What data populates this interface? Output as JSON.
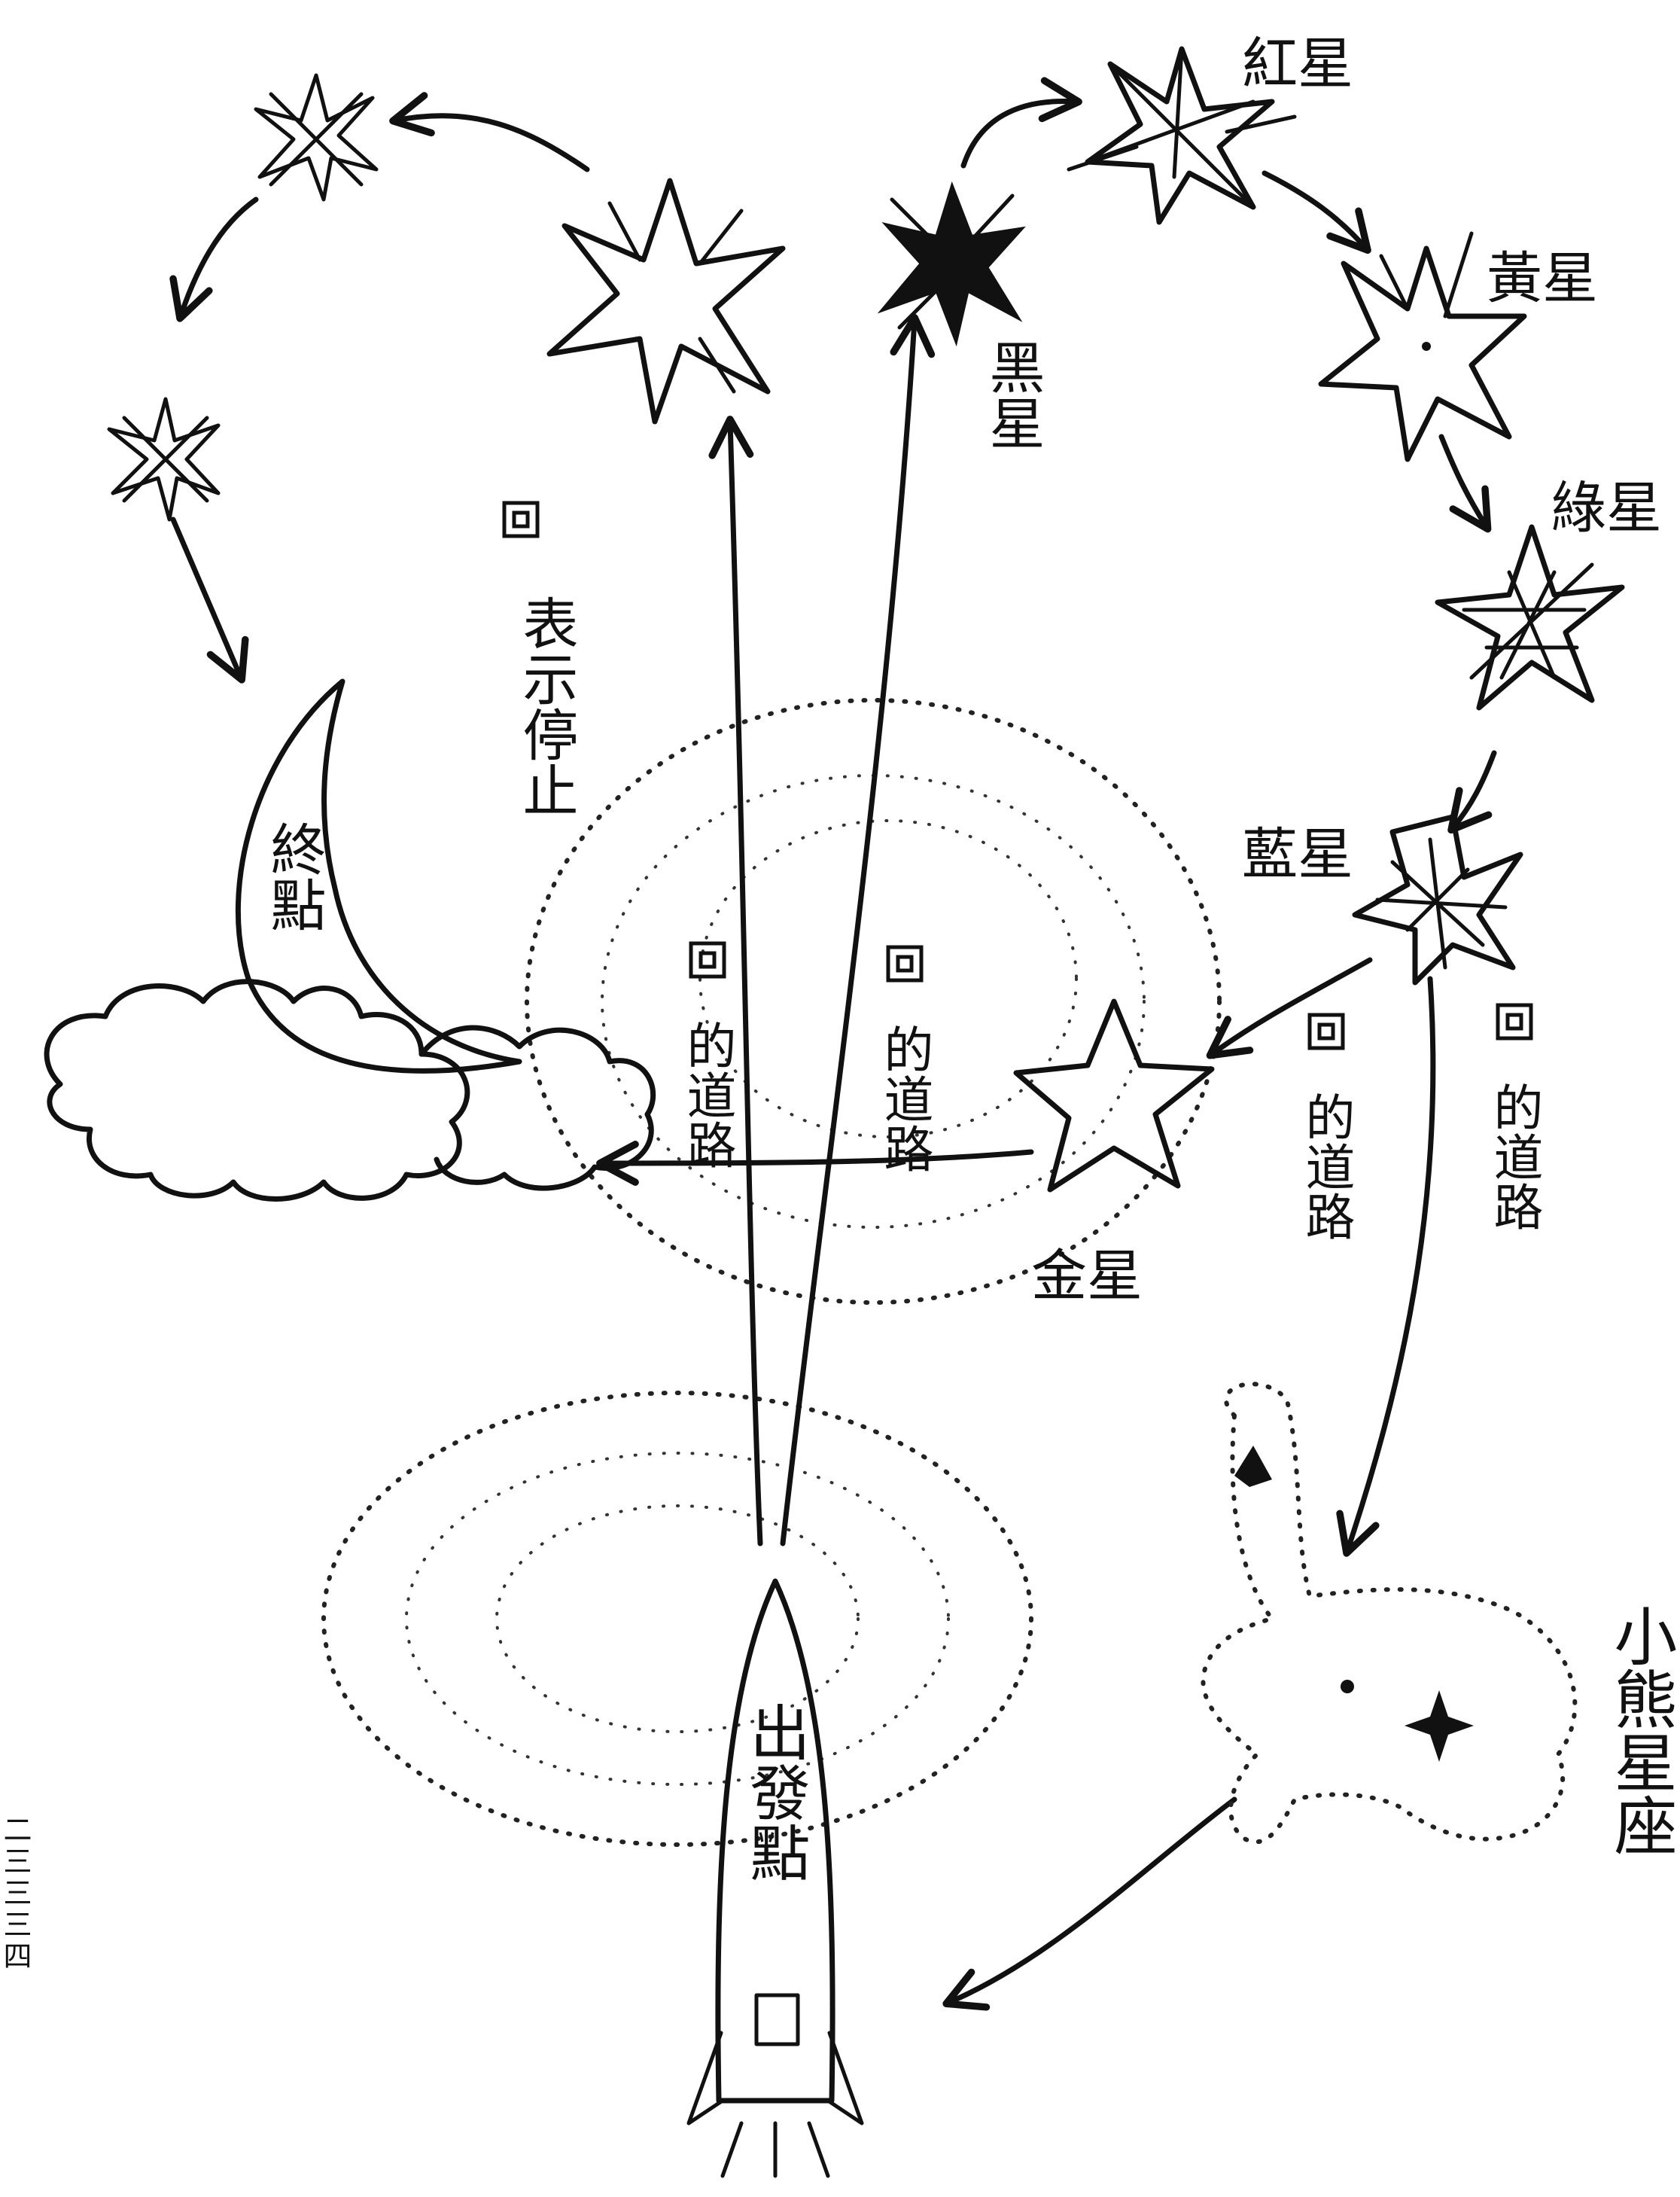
{
  "labels": {
    "red_star": "紅星",
    "yellow_star": "黃星",
    "green_star": "綠星",
    "blue_star": "藍星",
    "black_star": "黑星",
    "gold_star": "金星",
    "end": "終點",
    "start": "出發點",
    "bear_constellation": "小熊星座",
    "stop_note": "表示停止",
    "road": "的道路",
    "side_code": "二三三三四"
  },
  "colors": {
    "ink": "#111111",
    "paper": "#ffffff"
  }
}
